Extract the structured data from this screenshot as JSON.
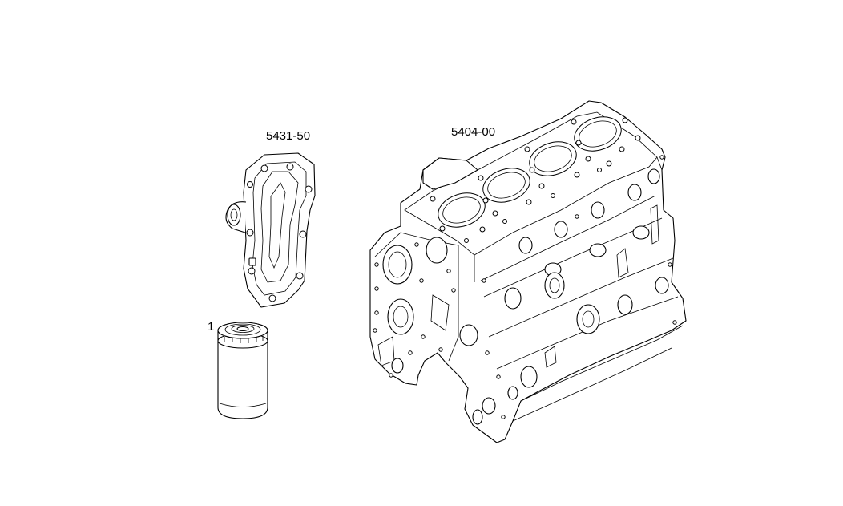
{
  "diagram": {
    "labels": {
      "filter_item": "1",
      "cover_part": "5431-50",
      "block_part": "5404-00"
    },
    "parts": [
      {
        "name": "oil-filter-cartridge",
        "label_key": "filter_item"
      },
      {
        "name": "oil-cooler-cover",
        "label_key": "cover_part"
      },
      {
        "name": "engine-cylinder-block",
        "label_key": "block_part"
      }
    ]
  }
}
